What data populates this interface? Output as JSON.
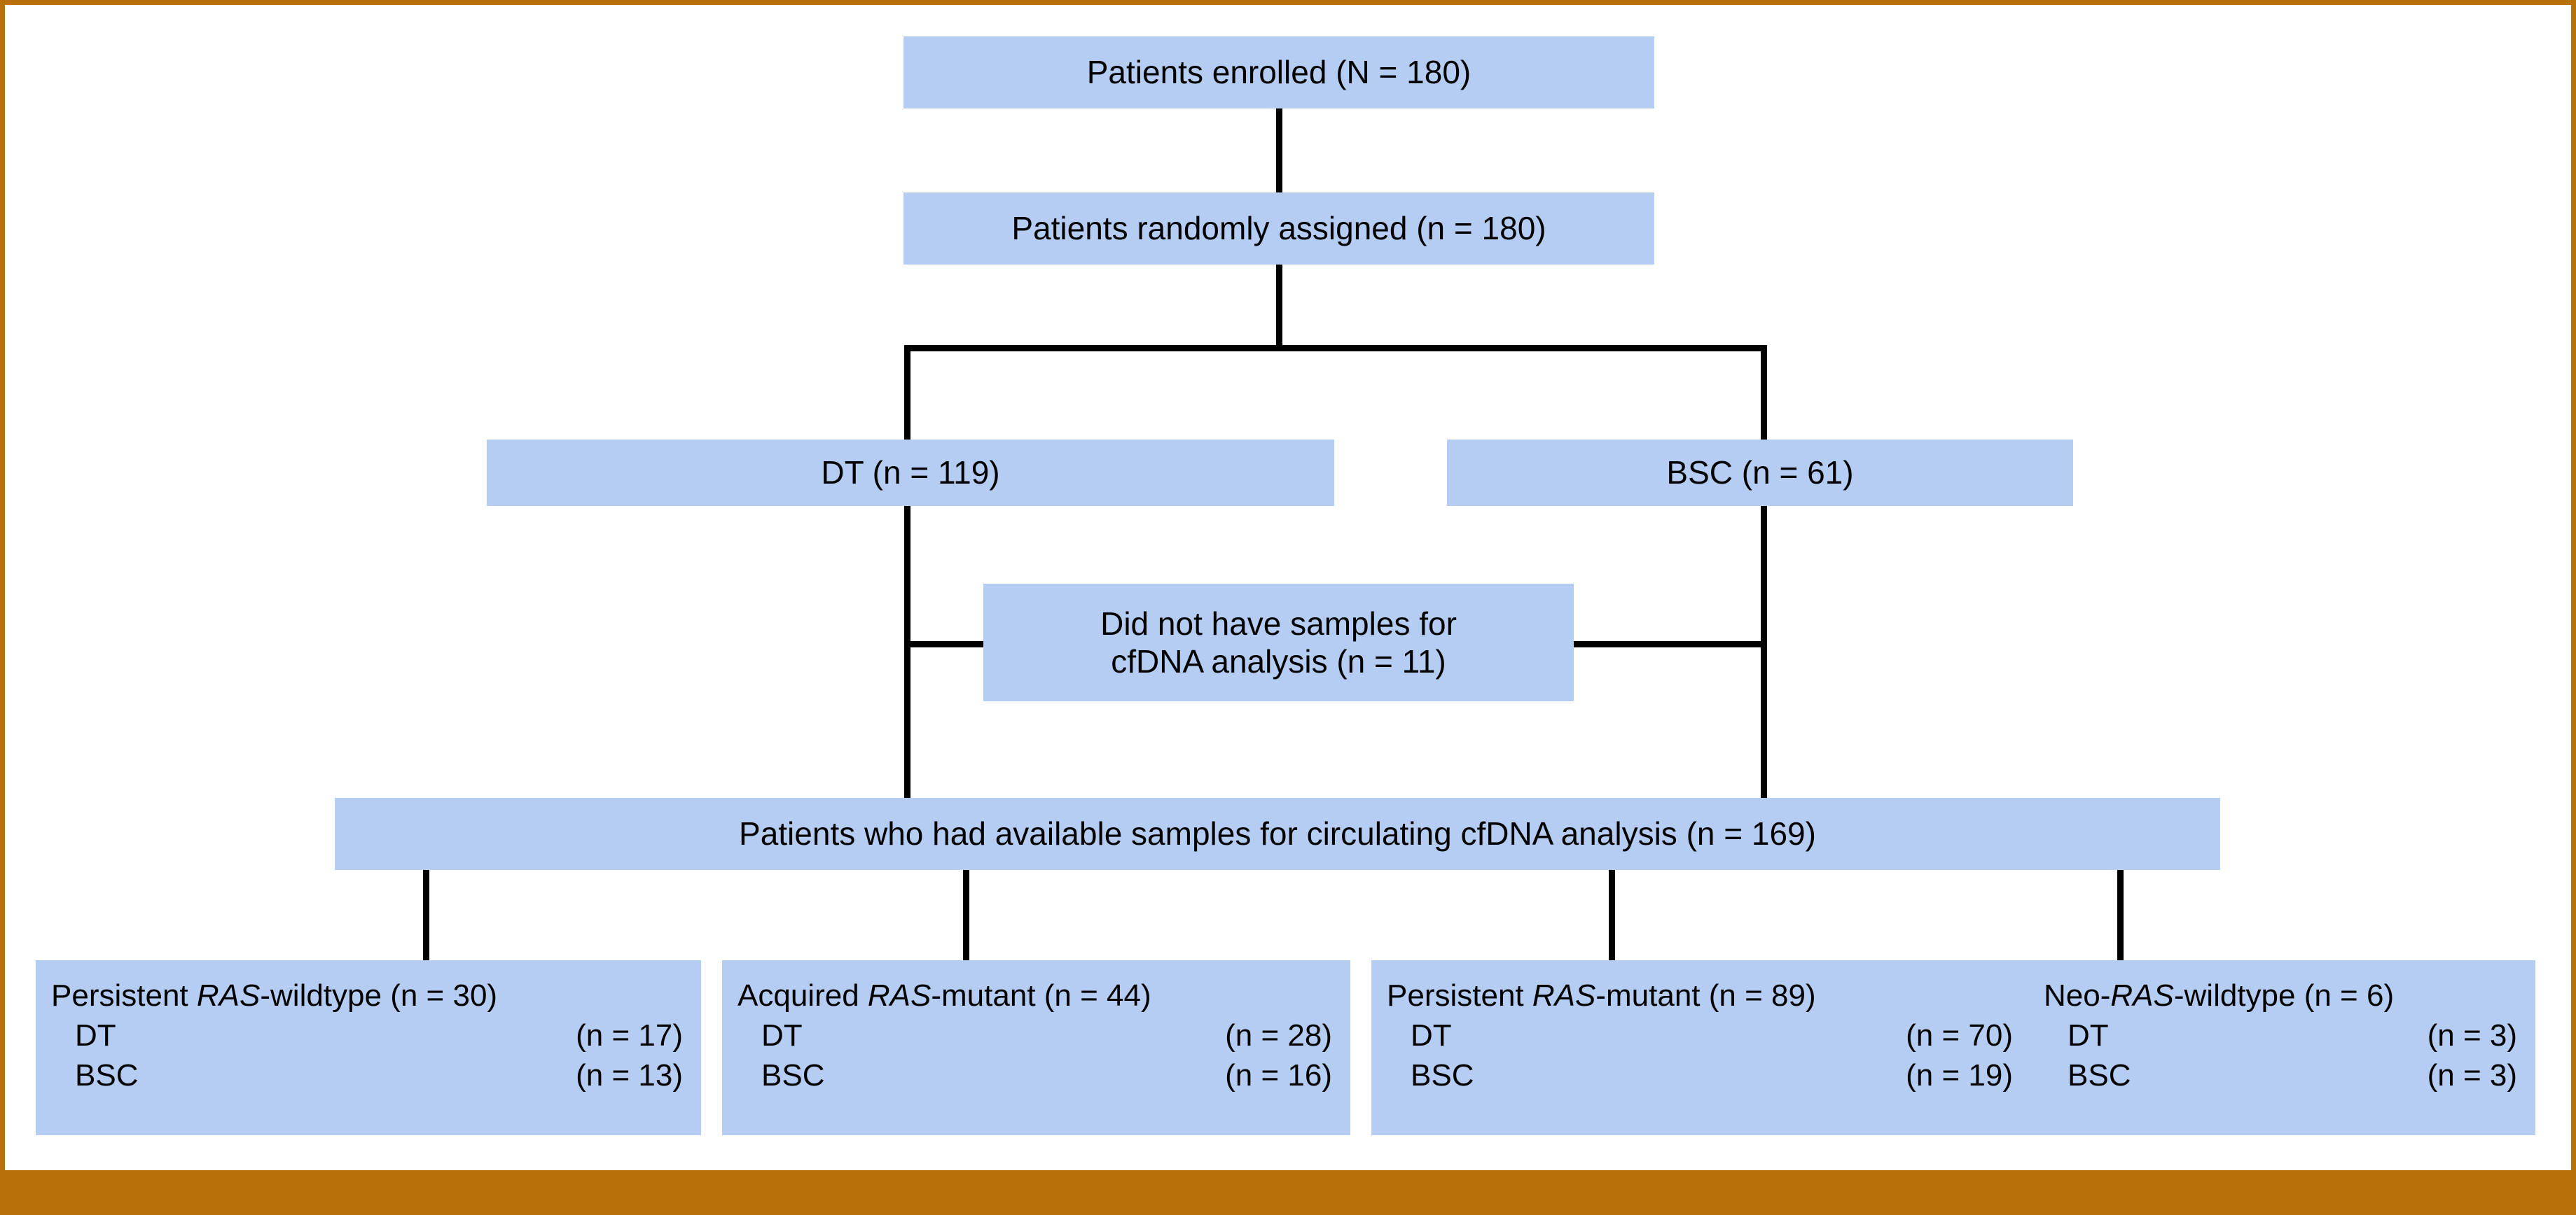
{
  "figure": {
    "type": "consort-flow-diagram",
    "accent_frame_color": "#b8700a",
    "box_fill_color": "#b5cdf2",
    "connector_color": "#000000",
    "text_color": "#000000"
  },
  "nodes": {
    "enrolled": {
      "label": "Patients enrolled (N = 180)"
    },
    "randomized": {
      "label": "Patients randomly assigned (n = 180)"
    },
    "arm_dt": {
      "label": "DT (n = 119)"
    },
    "arm_bsc": {
      "label": "BSC (n = 61)"
    },
    "excluded": {
      "line1": "Did not have samples for",
      "line2": "cfDNA analysis (n = 11)"
    },
    "analyzed": {
      "label": "Patients who had available samples for circulating cfDNA analysis (n = 169)"
    }
  },
  "leaf_groups": [
    {
      "title_prefix": "Persistent ",
      "title_gene": "RAS",
      "title_suffix": "-wildtype (n = 30)",
      "rows": [
        {
          "arm": "DT",
          "n": "(n = 17)"
        },
        {
          "arm": "BSC",
          "n": "(n = 13)"
        }
      ]
    },
    {
      "title_prefix": "Acquired ",
      "title_gene": "RAS",
      "title_suffix": "-mutant (n = 44)",
      "rows": [
        {
          "arm": "DT",
          "n": "(n = 28)"
        },
        {
          "arm": "BSC",
          "n": "(n = 16)"
        }
      ]
    },
    {
      "title_prefix": "Persistent ",
      "title_gene": "RAS",
      "title_suffix": "-mutant (n = 89)",
      "rows": [
        {
          "arm": "DT",
          "n": "(n = 70)"
        },
        {
          "arm": "BSC",
          "n": "(n = 19)"
        }
      ]
    },
    {
      "title_prefix": "Neo-",
      "title_gene": "RAS",
      "title_suffix": "-wildtype (n = 6)",
      "rows": [
        {
          "arm": "DT",
          "n": "(n = 3)"
        },
        {
          "arm": "BSC",
          "n": "(n = 3)"
        }
      ]
    }
  ],
  "chart_data": {
    "type": "diagram",
    "title": "CONSORT-style patient flow for circulating cfDNA analysis",
    "flow": [
      {
        "id": "enrolled",
        "label": "Patients enrolled (N = 180)",
        "value": 180
      },
      {
        "id": "randomized",
        "label": "Patients randomly assigned (n = 180)",
        "value": 180
      },
      {
        "id": "arm_dt",
        "label": "DT (n = 119)",
        "value": 119
      },
      {
        "id": "arm_bsc",
        "label": "BSC (n = 61)",
        "value": 61
      },
      {
        "id": "excluded",
        "label": "Did not have samples for cfDNA analysis (n = 11)",
        "value": 11
      },
      {
        "id": "analyzed",
        "label": "Patients who had available samples for circulating cfDNA analysis (n = 169)",
        "value": 169
      },
      {
        "id": "persistent_ras_wildtype",
        "label": "Persistent RAS-wildtype (n = 30)",
        "value": 30,
        "DT": 17,
        "BSC": 13
      },
      {
        "id": "acquired_ras_mutant",
        "label": "Acquired RAS-mutant (n = 44)",
        "value": 44,
        "DT": 28,
        "BSC": 16
      },
      {
        "id": "persistent_ras_mutant",
        "label": "Persistent RAS-mutant (n = 89)",
        "value": 89,
        "DT": 70,
        "BSC": 19
      },
      {
        "id": "neo_ras_wildtype",
        "label": "Neo-RAS-wildtype (n = 6)",
        "value": 6,
        "DT": 3,
        "BSC": 3
      }
    ],
    "edges": [
      [
        "enrolled",
        "randomized"
      ],
      [
        "randomized",
        "arm_dt"
      ],
      [
        "randomized",
        "arm_bsc"
      ],
      [
        "arm_dt",
        "excluded"
      ],
      [
        "arm_bsc",
        "excluded"
      ],
      [
        "arm_dt",
        "analyzed"
      ],
      [
        "arm_bsc",
        "analyzed"
      ],
      [
        "analyzed",
        "persistent_ras_wildtype"
      ],
      [
        "analyzed",
        "acquired_ras_mutant"
      ],
      [
        "analyzed",
        "persistent_ras_mutant"
      ],
      [
        "analyzed",
        "neo_ras_wildtype"
      ]
    ]
  }
}
